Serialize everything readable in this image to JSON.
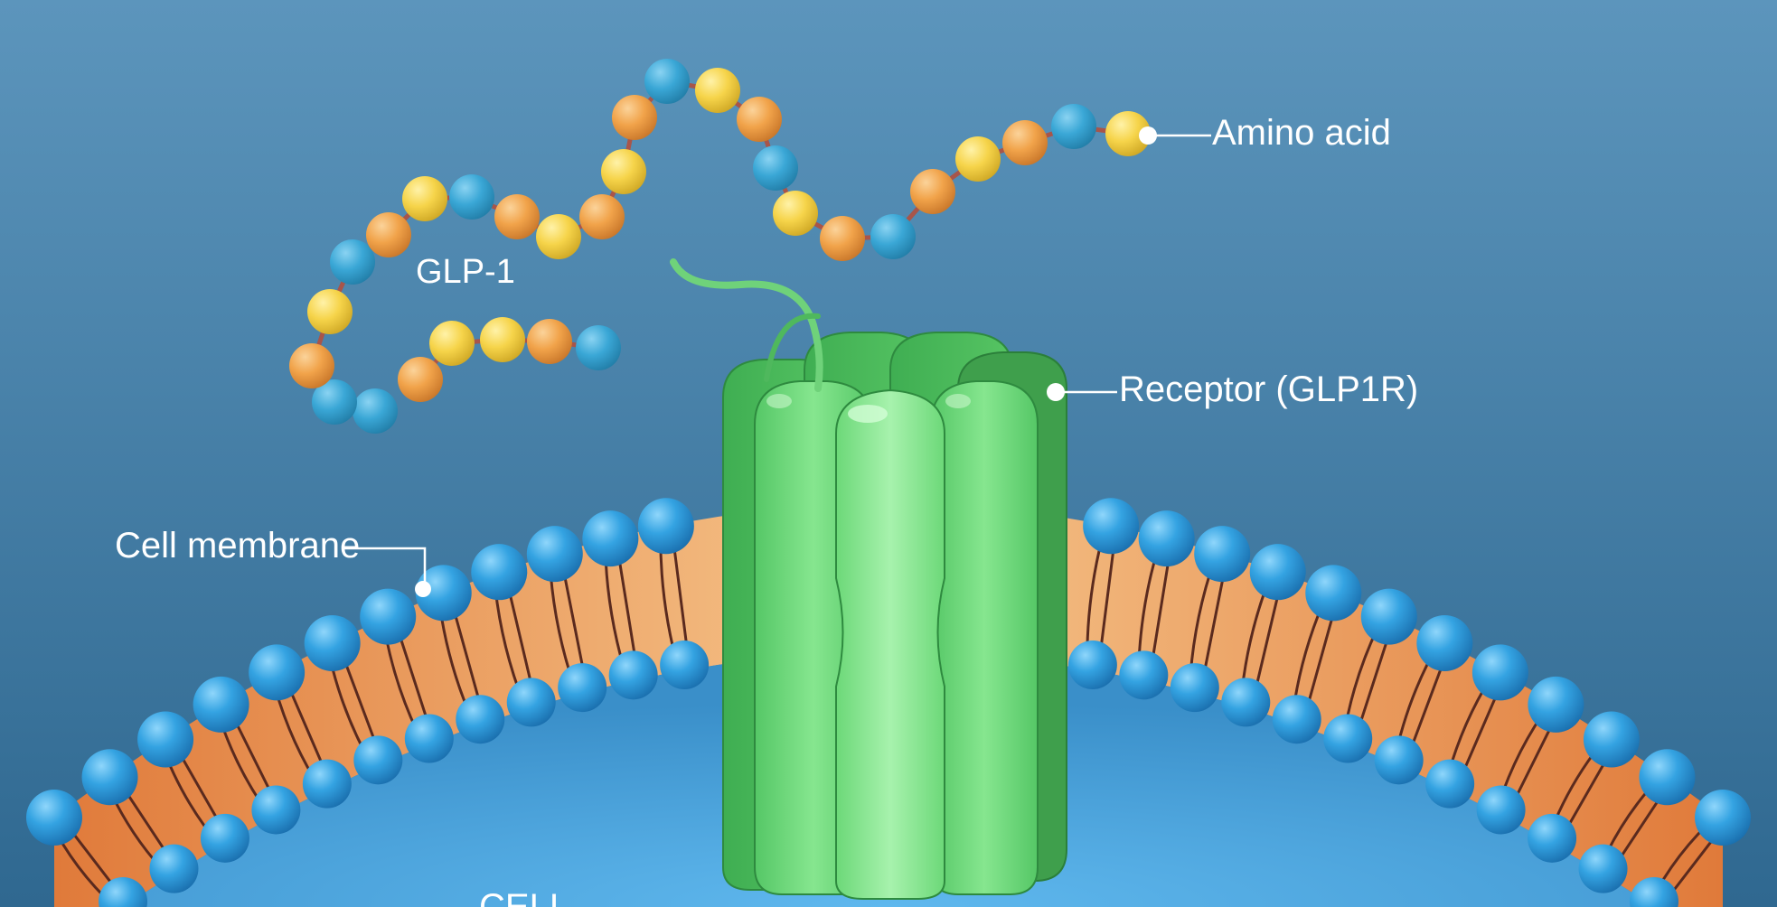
{
  "labels": {
    "cell_membrane": "Cell membrane",
    "amino_acid": "Amino acid",
    "receptor": "Receptor (GLP1R)",
    "peptide": "GLP-1",
    "cell_interior": "CELL"
  },
  "colors": {
    "background_top": "#5e96bd",
    "background_bottom": "#2f6a93",
    "cell_interior": "#4aa3dc",
    "phospholipid_head": "#3ea0dc",
    "membrane_core": "#f0a060",
    "receptor_green": "#5fcc6a",
    "amino_blue": "#3aa7d6",
    "amino_orange": "#f1a34a",
    "amino_yellow": "#f6d44a",
    "label_text": "#ffffff"
  },
  "peptide_sequence": [
    "blue",
    "blue",
    "orange",
    "yellow",
    "blue",
    "yellow",
    "orange",
    "yellow",
    "orange",
    "yellow",
    "orange",
    "blue",
    "orange",
    "blue",
    "orange",
    "yellow",
    "orange",
    "yellow",
    "blue",
    "yellow",
    "blue",
    "orange",
    "yellow",
    "orange",
    "yellow",
    "orange",
    "yellow",
    "blue",
    "orange",
    "yellow",
    "blue",
    "blue",
    "orange",
    "yellow",
    "blue",
    "blue"
  ]
}
